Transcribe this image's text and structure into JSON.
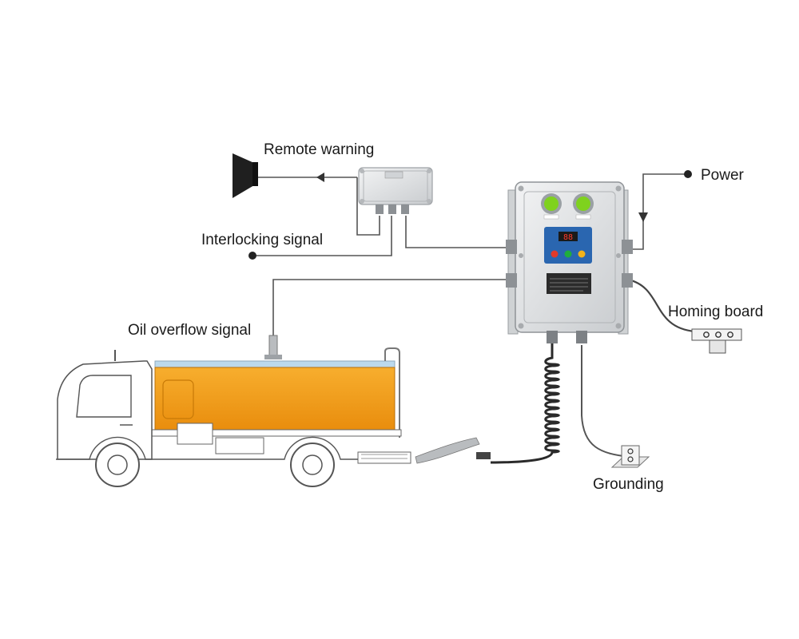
{
  "labels": {
    "remote_warning": "Remote warning",
    "interlocking_signal": "Interlocking signal",
    "power": "Power",
    "homing_board": "Homing board",
    "oil_overflow_signal": "Oil overflow signal",
    "grounding": "Grounding"
  },
  "display": {
    "digits": "88"
  },
  "colors": {
    "tank": "#f29a14",
    "tank_top": "#bcd9ec",
    "panel_blue": "#2a66b0",
    "lamp_green": "#7fd21e",
    "button_red": "#e23a2a",
    "button_green": "#1fae3c",
    "button_yellow": "#f2b21a",
    "enclosure": "#e3e5e6"
  },
  "icons": {
    "horn": "loudspeaker-horn-icon",
    "clamp": "grounding-clamp-icon"
  }
}
